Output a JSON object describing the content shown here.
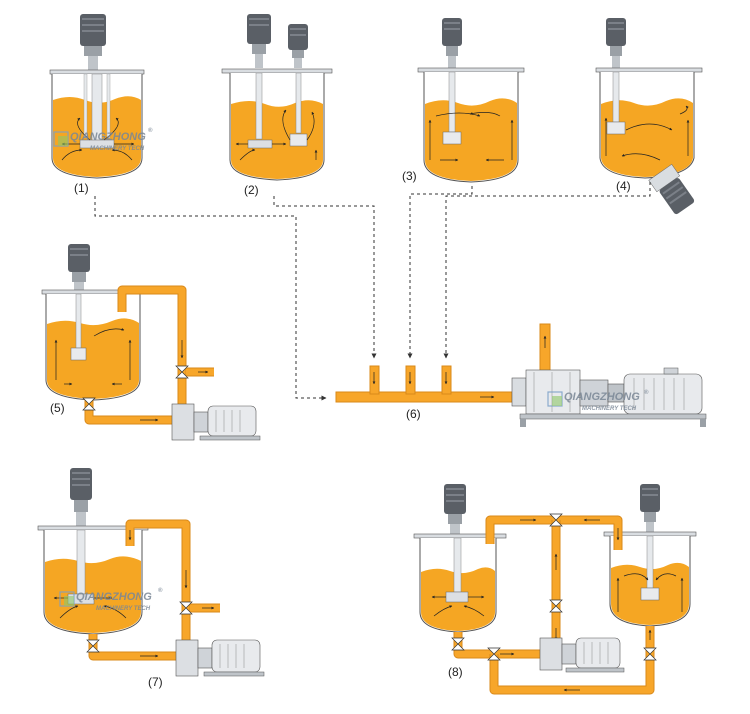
{
  "colors": {
    "liquid": "#F5A623",
    "pipe": "#F7A62A",
    "pipe_edge": "#D9891A",
    "motor": "#5a5f66",
    "steel": "#cfd3d8",
    "outline": "#555555",
    "dash": "#333333"
  },
  "labels": {
    "d1": "(1)",
    "d2": "(2)",
    "d3": "(3)",
    "d4": "(4)",
    "d5": "(5)",
    "d6": "(6)",
    "d7": "(7)",
    "d8": "(8)"
  },
  "watermark": {
    "brand": "QIANGZHONG",
    "sub": "MACHINERY TECH",
    "reg": "®"
  }
}
